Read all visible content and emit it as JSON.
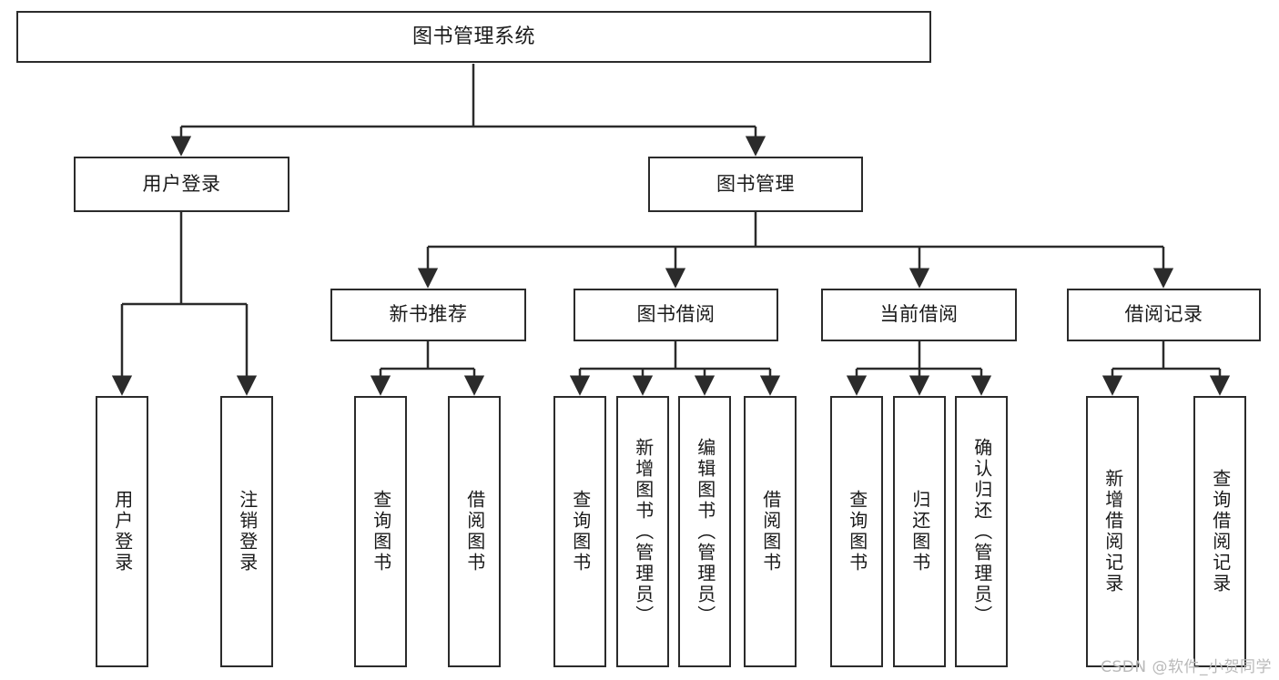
{
  "diagram": {
    "title": "图书管理系统",
    "watermark": "CSDN @软件_小贺同学",
    "colors": {
      "border": "#2b2b2b",
      "background": "#ffffff",
      "text": "#1a1a1a",
      "connector": "#2b2b2b",
      "watermark": "#b9b9b9"
    },
    "root": {
      "label": "图书管理系统"
    },
    "level2": [
      {
        "label": "用户登录"
      },
      {
        "label": "图书管理"
      }
    ],
    "level3": [
      {
        "label": "新书推荐"
      },
      {
        "label": "图书借阅"
      },
      {
        "label": "当前借阅"
      },
      {
        "label": "借阅记录"
      }
    ],
    "leaves": {
      "user_login": [
        {
          "label": "用户登录"
        },
        {
          "label": "注销登录"
        }
      ],
      "new_book_recommend": [
        {
          "label": "查询图书"
        },
        {
          "label": "借阅图书"
        }
      ],
      "book_borrow": [
        {
          "label": "查询图书"
        },
        {
          "label": "新增图书（管理员）"
        },
        {
          "label": "编辑图书（管理员）"
        },
        {
          "label": "借阅图书"
        }
      ],
      "current_borrow": [
        {
          "label": "查询图书"
        },
        {
          "label": "归还图书"
        },
        {
          "label": "确认归还（管理员）"
        }
      ],
      "borrow_record": [
        {
          "label": "新增借阅记录"
        },
        {
          "label": "查询借阅记录"
        }
      ]
    }
  },
  "chart_data": {
    "type": "tree-diagram",
    "title": "图书管理系统",
    "orientation": "top-down",
    "nodes": [
      {
        "id": "root",
        "label": "图书管理系统",
        "level": 0,
        "parent": null
      },
      {
        "id": "user-login",
        "label": "用户登录",
        "level": 1,
        "parent": "root"
      },
      {
        "id": "book-manage",
        "label": "图书管理",
        "level": 1,
        "parent": "root"
      },
      {
        "id": "new-book",
        "label": "新书推荐",
        "level": 2,
        "parent": "book-manage"
      },
      {
        "id": "book-borrow",
        "label": "图书借阅",
        "level": 2,
        "parent": "book-manage"
      },
      {
        "id": "current-borrow",
        "label": "当前借阅",
        "level": 2,
        "parent": "book-manage"
      },
      {
        "id": "borrow-record",
        "label": "借阅记录",
        "level": 2,
        "parent": "book-manage"
      },
      {
        "id": "ul-1",
        "label": "用户登录",
        "level": 2,
        "parent": "user-login"
      },
      {
        "id": "ul-2",
        "label": "注销登录",
        "level": 2,
        "parent": "user-login"
      },
      {
        "id": "nb-1",
        "label": "查询图书",
        "level": 3,
        "parent": "new-book"
      },
      {
        "id": "nb-2",
        "label": "借阅图书",
        "level": 3,
        "parent": "new-book"
      },
      {
        "id": "bb-1",
        "label": "查询图书",
        "level": 3,
        "parent": "book-borrow"
      },
      {
        "id": "bb-2",
        "label": "新增图书（管理员）",
        "level": 3,
        "parent": "book-borrow"
      },
      {
        "id": "bb-3",
        "label": "编辑图书（管理员）",
        "level": 3,
        "parent": "book-borrow"
      },
      {
        "id": "bb-4",
        "label": "借阅图书",
        "level": 3,
        "parent": "book-borrow"
      },
      {
        "id": "cb-1",
        "label": "查询图书",
        "level": 3,
        "parent": "current-borrow"
      },
      {
        "id": "cb-2",
        "label": "归还图书",
        "level": 3,
        "parent": "current-borrow"
      },
      {
        "id": "cb-3",
        "label": "确认归还（管理员）",
        "level": 3,
        "parent": "current-borrow"
      },
      {
        "id": "br-1",
        "label": "新增借阅记录",
        "level": 3,
        "parent": "borrow-record"
      },
      {
        "id": "br-2",
        "label": "查询借阅记录",
        "level": 3,
        "parent": "borrow-record"
      }
    ]
  }
}
